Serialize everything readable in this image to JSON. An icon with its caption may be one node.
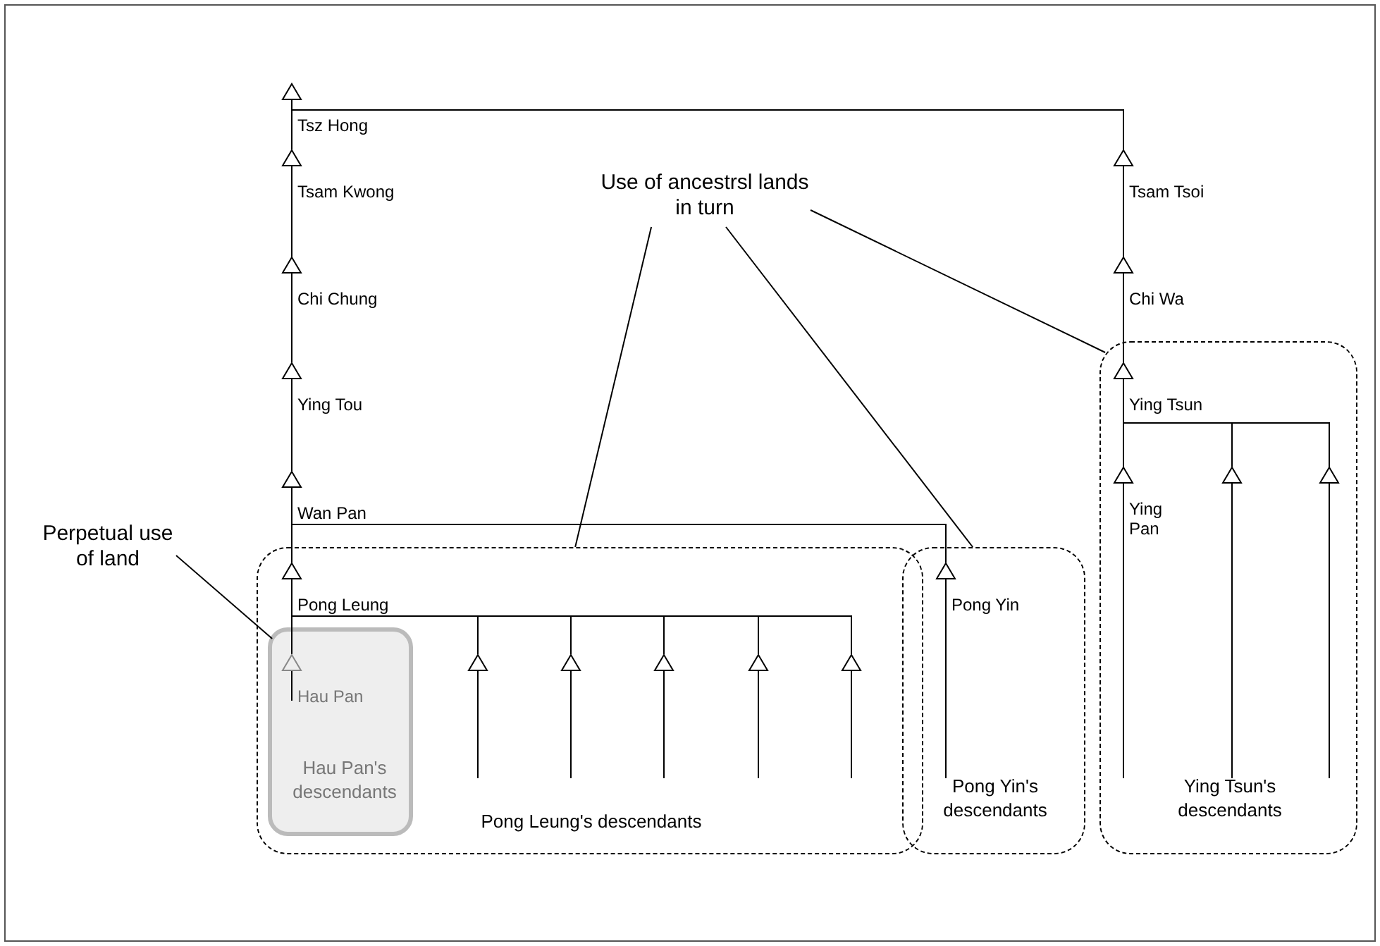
{
  "diagram": {
    "nodes": [
      {
        "text": [],
        "shape": "triangle",
        "beside": [
          "Tsz Hong"
        ]
      },
      {
        "text": [],
        "shape": "triangle",
        "beside": [
          "Tsam Kwong"
        ]
      },
      {
        "text": [],
        "shape": "triangle",
        "beside": [
          "Chi Chung"
        ]
      },
      {
        "text": [],
        "shape": "triangle",
        "beside": [
          "Ying Tou"
        ]
      },
      {
        "text": [],
        "shape": "triangle",
        "beside": [
          "Wan Pan"
        ]
      },
      {
        "text": [
          "Pong Leung's descendants"
        ]
      },
      {
        "text": [],
        "shape": "triangle",
        "beside": [
          "Pong Leung"
        ],
        "in": 5
      },
      {
        "text": [
          "Hau Pan's descendants"
        ],
        "in": 5
      },
      {
        "text": [],
        "shape": "triangle",
        "beside": [
          "Hau Pan"
        ],
        "in": 7
      },
      {
        "text": [],
        "shape": "triangle",
        "in": 5
      },
      {
        "text": [],
        "shape": "triangle",
        "in": 5
      },
      {
        "text": [],
        "shape": "triangle",
        "in": 5
      },
      {
        "text": [],
        "shape": "triangle",
        "in": 5
      },
      {
        "text": [],
        "shape": "triangle",
        "in": 5
      },
      {
        "text": [
          "Pong Yin's descendants"
        ]
      },
      {
        "text": [],
        "shape": "triangle",
        "beside": [
          "Pong Yin"
        ],
        "in": 14
      },
      {
        "text": [],
        "shape": "triangle",
        "beside": [
          "Tsam Tsoi"
        ]
      },
      {
        "text": [],
        "shape": "triangle",
        "beside": [
          "Chi Wa"
        ]
      },
      {
        "text": [
          "Ying Tsun's descendants"
        ]
      },
      {
        "text": [],
        "shape": "triangle",
        "beside": [
          "Ying Tsun"
        ],
        "in": 18
      },
      {
        "text": [],
        "shape": "triangle",
        "beside": [
          "Ying Pan"
        ],
        "in": 18
      },
      {
        "text": [],
        "shape": "triangle",
        "in": 18
      },
      {
        "text": [],
        "shape": "triangle",
        "in": 18
      },
      {
        "text": [
          "Use of ancestrsl lands in turn"
        ]
      },
      {
        "text": [
          "Perpetual use of land"
        ]
      }
    ],
    "edges": [
      {
        "from": 0,
        "to": 1,
        "arrow": "none"
      },
      {
        "from": 1,
        "to": 2,
        "arrow": "none"
      },
      {
        "from": 2,
        "to": 3,
        "arrow": "none"
      },
      {
        "from": 3,
        "to": 4,
        "arrow": "none"
      },
      {
        "from": 4,
        "to": 6,
        "arrow": "none"
      },
      {
        "from": 4,
        "to": 15,
        "arrow": "none"
      },
      {
        "from": 6,
        "to": 8,
        "arrow": "none"
      },
      {
        "from": 6,
        "to": 9,
        "arrow": "none"
      },
      {
        "from": 6,
        "to": 10,
        "arrow": "none"
      },
      {
        "from": 6,
        "to": 11,
        "arrow": "none"
      },
      {
        "from": 6,
        "to": 12,
        "arrow": "none"
      },
      {
        "from": 6,
        "to": 13,
        "arrow": "none"
      },
      {
        "from": 0,
        "to": 16,
        "arrow": "none"
      },
      {
        "from": 16,
        "to": 17,
        "arrow": "none"
      },
      {
        "from": 17,
        "to": 19,
        "arrow": "none"
      },
      {
        "from": 19,
        "to": 20,
        "arrow": "none"
      },
      {
        "from": 19,
        "to": 21,
        "arrow": "none"
      },
      {
        "from": 19,
        "to": 22,
        "arrow": "none"
      },
      {
        "from": 8,
        "to": null,
        "arrow": "none"
      },
      {
        "from": 9,
        "to": null,
        "arrow": "none"
      },
      {
        "from": 10,
        "to": null,
        "arrow": "none"
      },
      {
        "from": 11,
        "to": null,
        "arrow": "none"
      },
      {
        "from": 12,
        "to": null,
        "arrow": "none"
      },
      {
        "from": 13,
        "to": null,
        "arrow": "none"
      },
      {
        "from": 15,
        "to": null,
        "arrow": "none"
      },
      {
        "from": 20,
        "to": null,
        "arrow": "none"
      },
      {
        "from": 21,
        "to": null,
        "arrow": "none"
      },
      {
        "from": 22,
        "to": null,
        "arrow": "none"
      },
      {
        "from": 23,
        "to": 5,
        "arrow": "none"
      },
      {
        "from": 23,
        "to": 14,
        "arrow": "none"
      },
      {
        "from": 23,
        "to": 18,
        "arrow": "none"
      },
      {
        "from": 24,
        "to": 7,
        "arrow": "none"
      }
    ]
  }
}
